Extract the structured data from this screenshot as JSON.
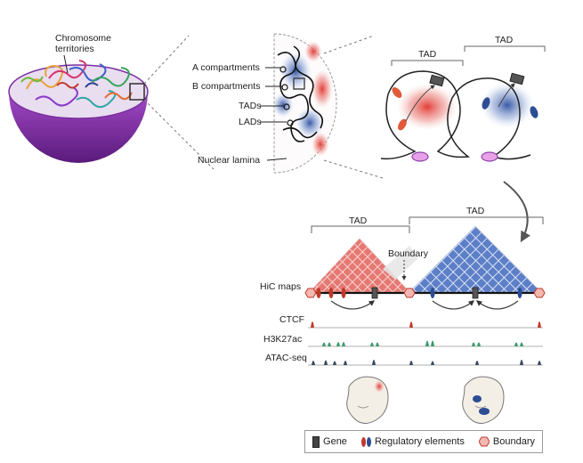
{
  "labels": {
    "chromosome_territories": [
      "Chromosome",
      "territories"
    ],
    "a_compartments": "A compartments",
    "b_compartments": "B compartments",
    "tads": "TADs",
    "lads": "LADs",
    "nuclear_lamina": "Nuclear lamina",
    "tad_upper_left": "TAD",
    "tad_upper_right": "TAD",
    "tad_lower_left": "TAD",
    "tad_lower_right": "TAD",
    "boundary": "Boundary",
    "hic_maps": "HiC maps",
    "ctcf": "CTCF",
    "h3k27ac": "H3K27ac",
    "atac_seq": "ATAC-seq"
  },
  "legend": {
    "gene": "Gene",
    "regulatory_elements": "Regulatory elements",
    "boundary": "Boundary"
  },
  "colors": {
    "nucleus_purple": "#7b2fa0",
    "red_domain": "#d9534f",
    "blue_domain": "#3b64b0",
    "ctcf_track": "#c0392b",
    "h3k27ac_track": "#3a9a6a",
    "atac_track": "#34495e",
    "boundary_fill": "#f2b7b0"
  }
}
